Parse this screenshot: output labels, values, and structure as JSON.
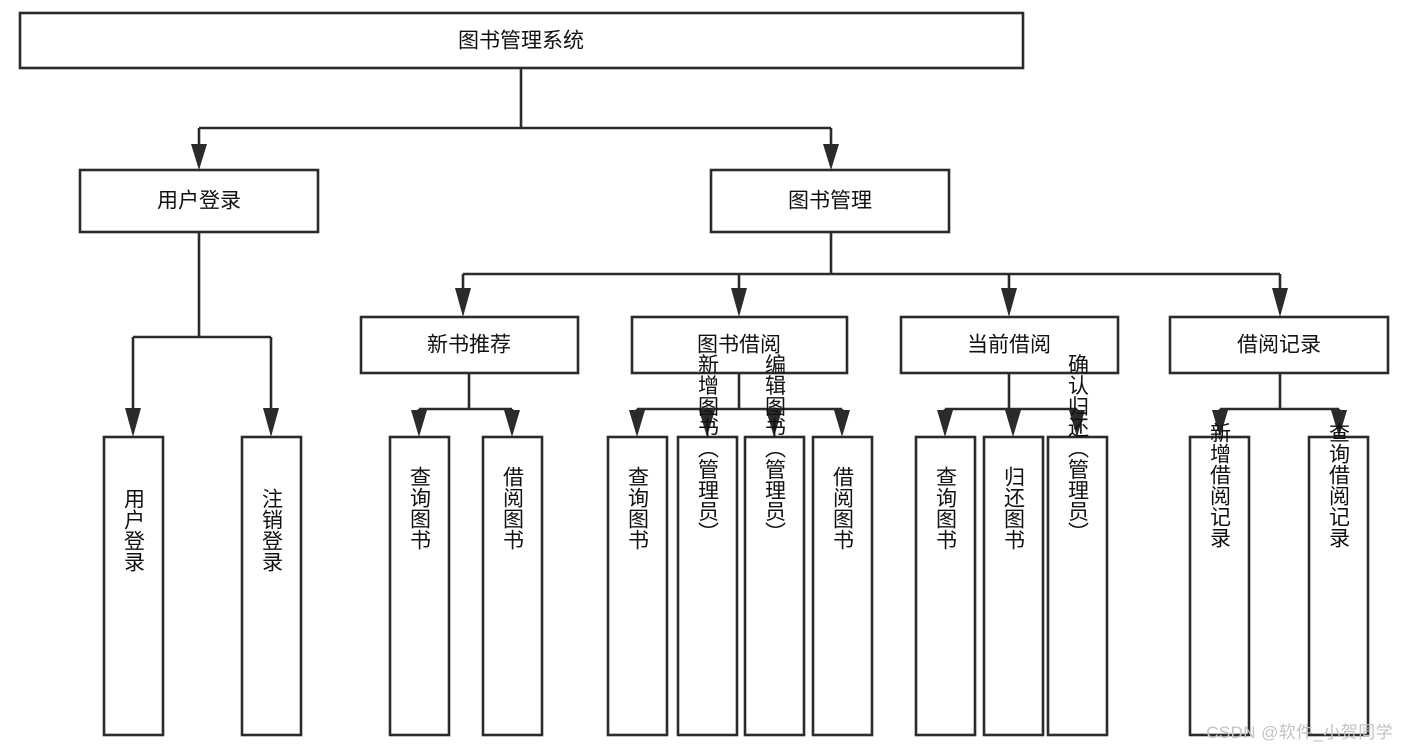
{
  "diagram": {
    "title": "图书管理系统",
    "type": "tree-hierarchy",
    "root": {
      "label": "图书管理系统"
    },
    "level2": [
      {
        "label": "用户登录"
      },
      {
        "label": "图书管理"
      }
    ],
    "level3": [
      {
        "label": "新书推荐"
      },
      {
        "label": "图书借阅"
      },
      {
        "label": "当前借阅"
      },
      {
        "label": "借阅记录"
      }
    ],
    "leaves": {
      "user_login": [
        {
          "label": "用户登录"
        },
        {
          "label": "注销登录"
        }
      ],
      "new_book_recommend": [
        {
          "label": "查询图书"
        },
        {
          "label": "借阅图书"
        }
      ],
      "book_borrow": [
        {
          "label": "查询图书"
        },
        {
          "label": "新增图书（管理员）"
        },
        {
          "label": "编辑图书（管理员）"
        },
        {
          "label": "借阅图书"
        }
      ],
      "current_borrow": [
        {
          "label": "查询图书"
        },
        {
          "label": "归还图书"
        },
        {
          "label": "确认归还（管理员）"
        }
      ],
      "borrow_record": [
        {
          "label": "新增借阅记录"
        },
        {
          "label": "查询借阅记录"
        }
      ]
    }
  },
  "watermark": {
    "text": "CSDN @软件_小贺同学"
  },
  "colors": {
    "stroke": "#2b2b2b",
    "box_fill": "#ffffff",
    "text": "#111111",
    "watermark": "#c3c3c3",
    "background": "#ffffff"
  }
}
